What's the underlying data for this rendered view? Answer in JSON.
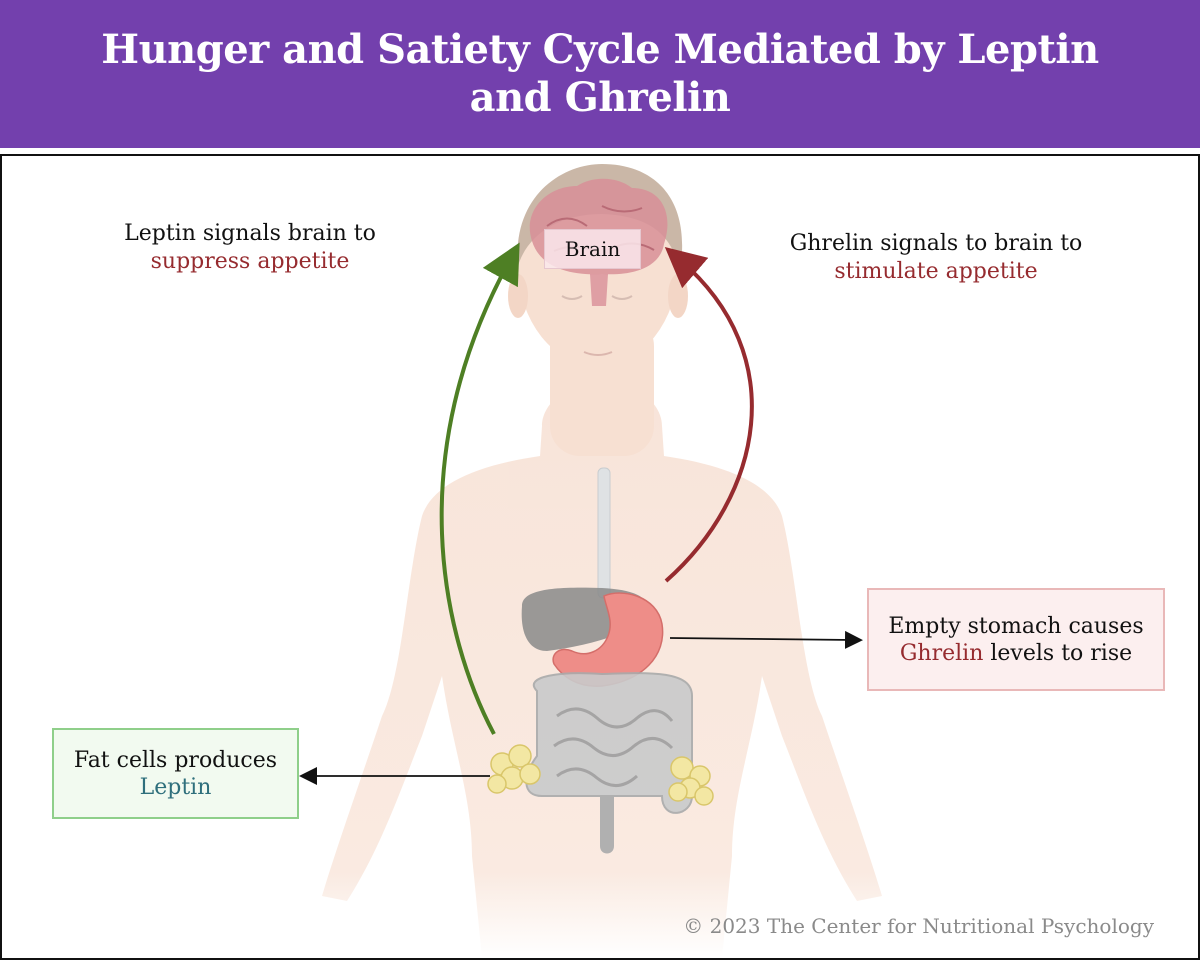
{
  "title": "Hunger and Satiety Cycle Mediated by Leptin and Ghrelin",
  "brain_label": "Brain",
  "leptin_signal": {
    "line1": "Leptin signals brain to",
    "highlight": "suppress appetite"
  },
  "ghrelin_signal": {
    "line1": "Ghrelin signals to brain to",
    "highlight": "stimulate appetite"
  },
  "stomach_box": {
    "line1": "Empty stomach causes",
    "highlight": "Ghrelin",
    "rest": "levels to rise"
  },
  "fat_box": {
    "line1": "Fat cells produces",
    "highlight": "Leptin"
  },
  "copyright": "© 2023 The Center for Nutritional Psychology",
  "colors": {
    "header": "#7340ad",
    "leptin_arrow": "#4e7f24",
    "ghrelin_arrow": "#962b2f",
    "highlight_red": "#962b2f",
    "highlight_teal": "#2f6f7c"
  }
}
